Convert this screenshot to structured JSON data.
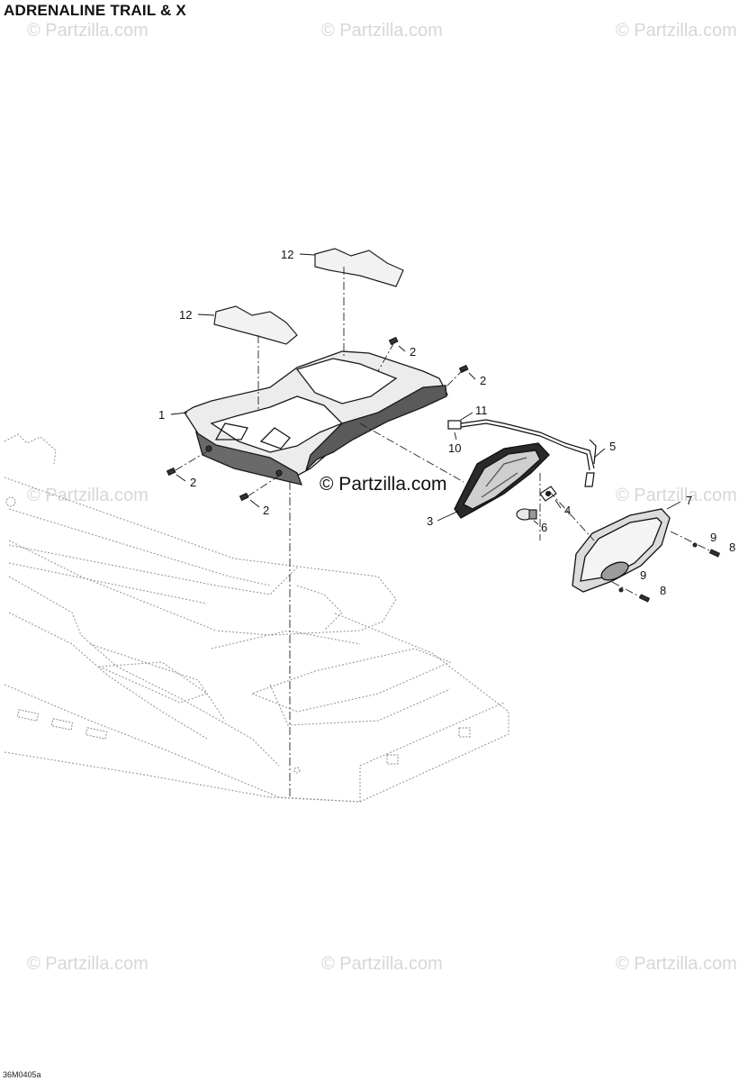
{
  "diagram": {
    "title": "ADRENALINE TRAIL & X",
    "drawing_code": "36M0405a",
    "watermark_text": "© Partzilla.com",
    "center_watermark_text": "© Partzilla.com",
    "callouts": [
      {
        "id": "c1",
        "label": "1"
      },
      {
        "id": "c2a",
        "label": "2"
      },
      {
        "id": "c2b",
        "label": "2"
      },
      {
        "id": "c2c",
        "label": "2"
      },
      {
        "id": "c2d",
        "label": "2"
      },
      {
        "id": "c3",
        "label": "3"
      },
      {
        "id": "c4",
        "label": "4"
      },
      {
        "id": "c5",
        "label": "5"
      },
      {
        "id": "c6",
        "label": "6"
      },
      {
        "id": "c7",
        "label": "7"
      },
      {
        "id": "c8a",
        "label": "8"
      },
      {
        "id": "c8b",
        "label": "8"
      },
      {
        "id": "c9a",
        "label": "9"
      },
      {
        "id": "c9b",
        "label": "9"
      },
      {
        "id": "c10",
        "label": "10"
      },
      {
        "id": "c11",
        "label": "11"
      },
      {
        "id": "c12a",
        "label": "12"
      },
      {
        "id": "c12b",
        "label": "12"
      }
    ]
  }
}
